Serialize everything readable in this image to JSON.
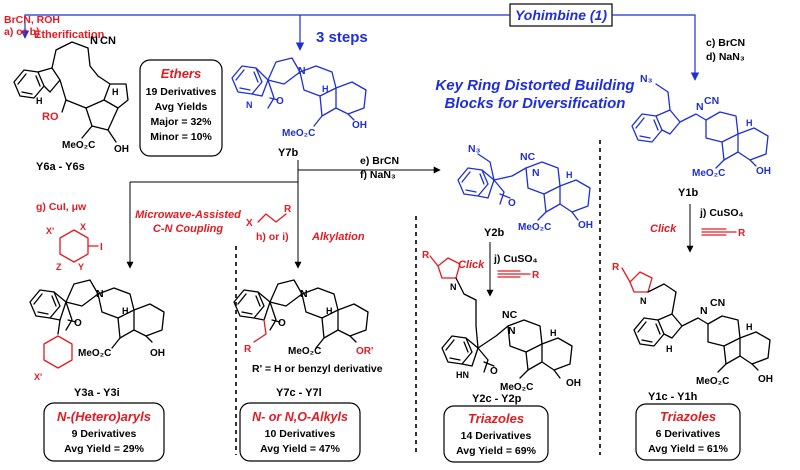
{
  "top": {
    "yohimbine": "Yohimbine (1)",
    "steps3": "3 steps",
    "key_title_1": "Key Ring Distorted Building",
    "key_title_2": "Blocks for Diversification"
  },
  "left_top": {
    "reagent_1": "BrCN, ROH",
    "reagent_2": "a) or b)",
    "label": "Etherification",
    "compound": "Y6a - Y6s",
    "box_title": "Ethers",
    "box_line1": "19 Derivatives",
    "box_line2": "Avg Yields",
    "box_line3": "Major = 32%",
    "box_line4": "Minor = 10%",
    "atoms": {
      "ro": "RO",
      "meo2c": "MeO₂C",
      "oh": "OH",
      "n": "N",
      "cn": "CN",
      "hn": "H",
      "h": "H"
    }
  },
  "y7b": {
    "compound": "Y7b",
    "o": "O",
    "meo2c": "MeO₂C",
    "oh": "OH",
    "n": "N",
    "hn": "N",
    "h": "H"
  },
  "right_top": {
    "reagent_1": "c) BrCN",
    "reagent_2": "d) NaN₃",
    "compound": "Y1b",
    "atoms": {
      "n3": "N₃",
      "cn": "CN",
      "meo2c": "MeO₂C",
      "oh": "OH",
      "n": "N",
      "h": "H"
    }
  },
  "middle": {
    "reagent_1": "e) BrCN",
    "reagent_2": "f) NaN₃",
    "compound": "Y2b",
    "atoms": {
      "n3": "N₃",
      "nc": "NC",
      "n": "N",
      "o": "O",
      "meo2c": "MeO₂C",
      "oh": "OH",
      "h": "H"
    }
  },
  "arylation": {
    "reagent": "g) CuI, μw",
    "label_1": "Microwave-Assisted",
    "label_2": "C-N Coupling",
    "x_label": "X'",
    "ring_x": "X",
    "ring_y": "Y",
    "ring_z": "Z",
    "ring_i": "I",
    "compound": "Y3a - Y3i",
    "box_title": "N-(Hetero)aryls",
    "box_line1": "9 Derivatives",
    "box_line2": "Avg Yield = 29%",
    "atoms": {
      "n": "N",
      "o": "O",
      "meo2c": "MeO₂C",
      "oh": "OH",
      "h": "H"
    }
  },
  "alkylation": {
    "reagent": "h) or i)",
    "x": "X",
    "r": "R",
    "label": "Alkylation",
    "compound": "Y7c - Y7l",
    "note": "R' = H or benzyl derivative",
    "box_title": "N- or N,O-Alkyls",
    "box_line1": "10 Derivatives",
    "box_line2": "Avg Yield = 47%",
    "atoms": {
      "n": "N",
      "o": "O",
      "meo2c": "MeO₂C",
      "or": "OR'",
      "h": "H"
    }
  },
  "triazole_mid": {
    "click": "Click",
    "reagent": "j) CuSO₄",
    "r": "R",
    "compound": "Y2c - Y2p",
    "box_title": "Triazoles",
    "box_line1": "14 Derivatives",
    "box_line2": "Avg Yield = 69%",
    "atoms": {
      "n": "N",
      "nc": "NC",
      "o": "O",
      "meo2c": "MeO₂C",
      "oh": "OH",
      "hn": "HN",
      "h": "H"
    }
  },
  "triazole_right": {
    "click": "Click",
    "reagent": "j) CuSO₄",
    "r": "R",
    "compound": "Y1c - Y1h",
    "box_title": "Triazoles",
    "box_line1": "6 Derivatives",
    "box_line2": "Avg Yield = 61%",
    "atoms": {
      "n": "N",
      "cn": "CN",
      "meo2c": "MeO₂C",
      "oh": "OH",
      "h": "H"
    }
  }
}
